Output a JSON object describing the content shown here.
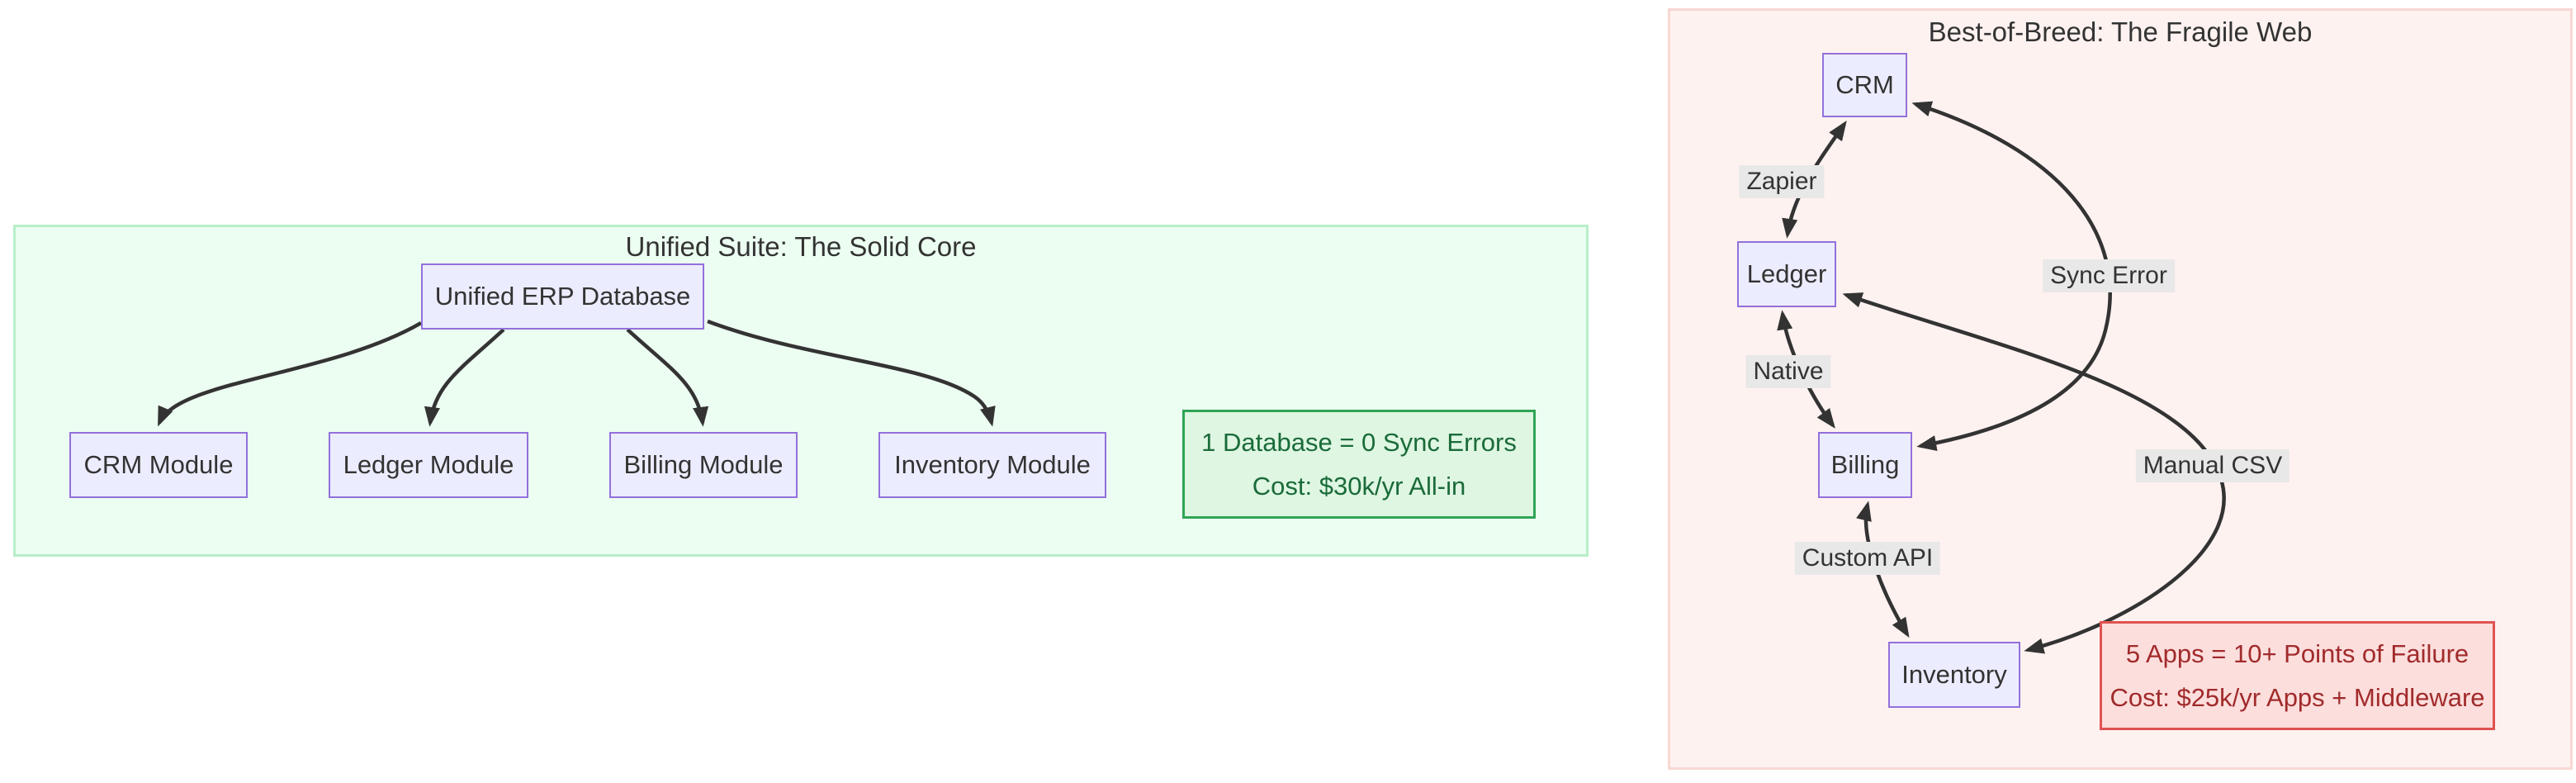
{
  "left_panel": {
    "title": "Unified Suite: The Solid Core",
    "nodes": {
      "erp": "Unified ERP Database",
      "crm": "CRM Module",
      "ledger": "Ledger Module",
      "billing": "Billing Module",
      "inventory": "Inventory Module"
    },
    "note": {
      "line1": "1 Database = 0 Sync Errors",
      "line2": "Cost: $30k/yr All-in"
    }
  },
  "right_panel": {
    "title": "Best-of-Breed: The Fragile Web",
    "nodes": {
      "crm": "CRM",
      "ledger": "Ledger",
      "billing": "Billing",
      "inventory": "Inventory"
    },
    "edge_labels": {
      "zapier": "Zapier",
      "native": "Native",
      "custom_api": "Custom API",
      "sync_error": "Sync Error",
      "manual_csv": "Manual CSV"
    },
    "note": {
      "line1": "5 Apps = 10+ Points of Failure",
      "line2": "Cost: $25k/yr Apps + Middleware"
    }
  },
  "edges": {
    "left": [
      {
        "from": "Unified ERP Database",
        "to": "CRM Module",
        "arrow": "single"
      },
      {
        "from": "Unified ERP Database",
        "to": "Ledger Module",
        "arrow": "single"
      },
      {
        "from": "Unified ERP Database",
        "to": "Billing Module",
        "arrow": "single"
      },
      {
        "from": "Unified ERP Database",
        "to": "Inventory Module",
        "arrow": "single"
      }
    ],
    "right": [
      {
        "from": "CRM",
        "to": "Ledger",
        "label": "Zapier",
        "arrow": "both"
      },
      {
        "from": "Ledger",
        "to": "Billing",
        "label": "Native",
        "arrow": "both"
      },
      {
        "from": "Billing",
        "to": "Inventory",
        "label": "Custom API",
        "arrow": "both"
      },
      {
        "from": "CRM",
        "to": "Billing",
        "label": "Sync Error",
        "arrow": "both"
      },
      {
        "from": "Ledger",
        "to": "Inventory",
        "label": "Manual CSV",
        "arrow": "both"
      }
    ]
  },
  "colors": {
    "node_fill": "#ECECFF",
    "node_border": "#9370DB",
    "edge_stroke": "#333333",
    "edge_label_bg": "#e8e8e8",
    "green_panel_bg": "#ecfdf1",
    "green_panel_border": "#b8eec9",
    "green_note_bg": "#def6e2",
    "green_note_border": "#2fa455",
    "green_note_text": "#1a6b39",
    "pink_panel_bg": "#fef2f0",
    "pink_panel_border": "#f8d7d3",
    "red_note_bg": "#fcdedd",
    "red_note_border": "#e05252",
    "red_note_text": "#a12b2b"
  }
}
